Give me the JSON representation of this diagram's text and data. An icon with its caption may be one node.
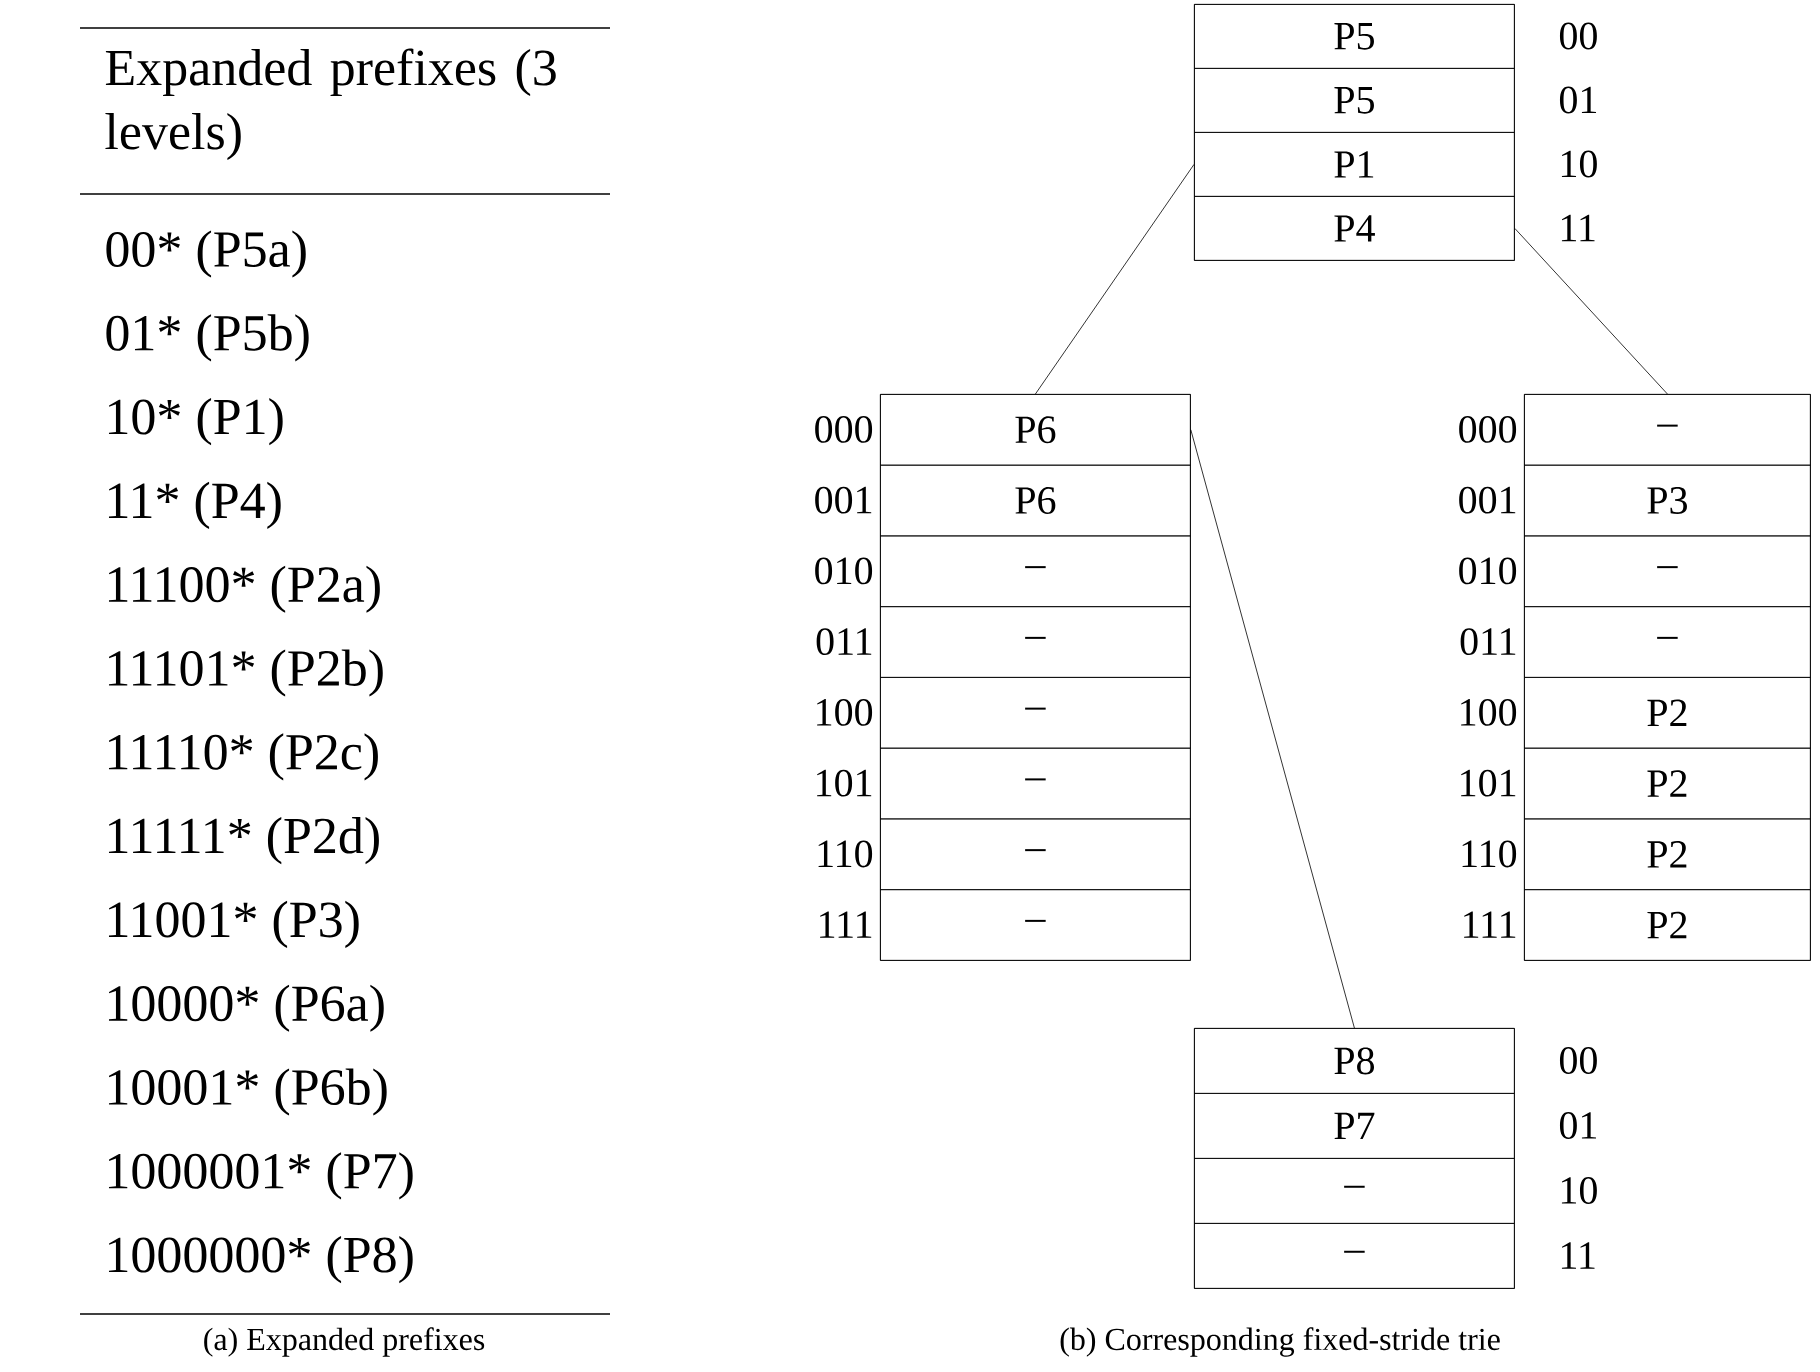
{
  "diagram": {
    "nodes": [
      {
        "text": [],
        "shape": "box"
      },
      {
        "text": [
          "P5"
        ],
        "in": 0,
        "beside": [
          "00"
        ]
      },
      {
        "text": [
          "P5"
        ],
        "in": 0,
        "beside": [
          "01"
        ]
      },
      {
        "text": [
          "P1"
        ],
        "in": 0,
        "beside": [
          "10"
        ]
      },
      {
        "text": [
          "P4"
        ],
        "in": 0,
        "beside": [
          "11"
        ]
      },
      {
        "text": [],
        "shape": "box"
      },
      {
        "text": [
          "P6"
        ],
        "in": 5,
        "beside": [
          "000"
        ]
      },
      {
        "text": [
          "P6"
        ],
        "in": 5,
        "beside": [
          "001"
        ]
      },
      {
        "text": [
          "–"
        ],
        "in": 5,
        "beside": [
          "010"
        ]
      },
      {
        "text": [
          "–"
        ],
        "in": 5,
        "beside": [
          "011"
        ]
      },
      {
        "text": [
          "–"
        ],
        "in": 5,
        "beside": [
          "100"
        ]
      },
      {
        "text": [
          "–"
        ],
        "in": 5,
        "beside": [
          "101"
        ]
      },
      {
        "text": [
          "–"
        ],
        "in": 5,
        "beside": [
          "110"
        ]
      },
      {
        "text": [
          "–"
        ],
        "in": 5,
        "beside": [
          "111"
        ]
      },
      {
        "text": [],
        "shape": "box"
      },
      {
        "text": [
          "–"
        ],
        "in": 14,
        "beside": [
          "000"
        ]
      },
      {
        "text": [
          "P3"
        ],
        "in": 14,
        "beside": [
          "001"
        ]
      },
      {
        "text": [
          "–"
        ],
        "in": 14,
        "beside": [
          "010"
        ]
      },
      {
        "text": [
          "–"
        ],
        "in": 14,
        "beside": [
          "011"
        ]
      },
      {
        "text": [
          "P2"
        ],
        "in": 14,
        "beside": [
          "100"
        ]
      },
      {
        "text": [
          "P2"
        ],
        "in": 14,
        "beside": [
          "101"
        ]
      },
      {
        "text": [
          "P2"
        ],
        "in": 14,
        "beside": [
          "110"
        ]
      },
      {
        "text": [
          "P2"
        ],
        "in": 14,
        "beside": [
          "111"
        ]
      },
      {
        "text": [],
        "shape": "box"
      },
      {
        "text": [
          "P8"
        ],
        "in": 23,
        "beside": [
          "00"
        ]
      },
      {
        "text": [
          "P7"
        ],
        "in": 23,
        "beside": [
          "01"
        ]
      },
      {
        "text": [
          "–"
        ],
        "in": 23,
        "beside": [
          "10"
        ]
      },
      {
        "text": [
          "–"
        ],
        "in": 23,
        "beside": [
          "11"
        ]
      }
    ],
    "edges": [
      {
        "from": 3,
        "to": 5,
        "arrow": "none"
      },
      {
        "from": 4,
        "to": 14,
        "arrow": "none"
      },
      {
        "from": 6,
        "to": 23,
        "arrow": "none"
      }
    ],
    "labels": [
      "Expanded prefixes (3 levels)",
      "00* (P5a)",
      "01* (P5b)",
      "10* (P1)",
      "11* (P4)",
      "11100* (P2a)",
      "11101* (P2b)",
      "11110* (P2c)",
      "11111* (P2d)",
      "11001* (P3)",
      "10000* (P6a)",
      "10001* (P6b)",
      "1000001* (P7)",
      "1000000* (P8)",
      "(a) Expanded prefixes",
      "(b) Corresponding fixed-stride trie"
    ]
  }
}
